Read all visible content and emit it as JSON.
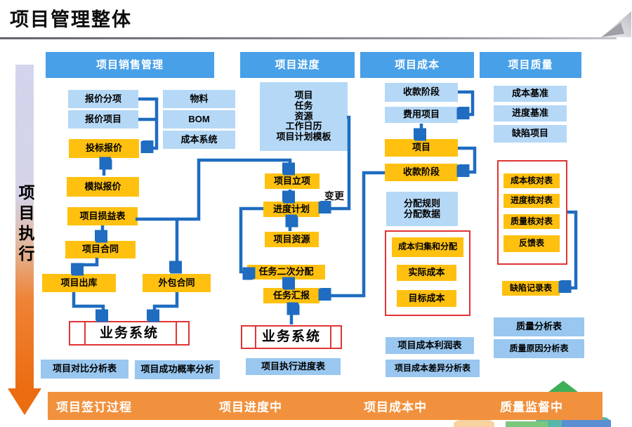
{
  "title": "项目管理整体",
  "execution_arrow_label": "项目执行",
  "headers": {
    "sales": "项目销售管理",
    "schedule": "项目进度",
    "cost": "项目成本",
    "quality": "项目质量"
  },
  "sales": {
    "quote_item": "报价分项",
    "quote_project": "报价项目",
    "material": "物料",
    "bom": "BOM",
    "cost_system": "成本系统",
    "bid_quote": "投标报价",
    "simulated_quote": "模拟报价",
    "profit_loss_table": "项目损益表",
    "contract": "项目合同",
    "outbound": "项目出库",
    "outsourcing_contract": "外包合同",
    "business_system": "业务系统",
    "comparison_table": "项目对比分析表",
    "success_probability": "项目成功概率分析"
  },
  "schedule": {
    "master_data": [
      "项目",
      "任务",
      "资源",
      "工作日历",
      "项目计划模板"
    ],
    "initiation": "项目立项",
    "plan": "进度计划",
    "change_label": "变更",
    "resources": "项目资源",
    "task_reallocation": "任务二次分配",
    "task_report": "任务汇报",
    "business_system": "业务系统",
    "progress_table": "项目执行进度表"
  },
  "cost": {
    "collection_stage_ref": "收款阶段",
    "expense_project": "费用项目",
    "project": "项目",
    "collection_stage": "收款阶段",
    "allocation_rules": "分配规则",
    "allocation_data": "分配数据",
    "collect_and_allocate": "成本归集和分配",
    "actual_cost": "实际成本",
    "target_cost": "目标成本",
    "profit_table": "项目成本利润表",
    "variance_table": "项目成本差异分析表"
  },
  "quality": {
    "cost_baseline": "成本基准",
    "schedule_baseline": "进度基准",
    "defect_project": "缺陷项目",
    "checklist_cost": "成本核对表",
    "checklist_schedule": "进度核对表",
    "checklist_quality": "质量核对表",
    "feedback_table": "反馈表",
    "defect_record": "缺陷记录表",
    "analysis_table": "质量分析表",
    "cause_analysis_table": "质量原因分析表"
  },
  "bottom_bar": {
    "signing": "项目签订过程",
    "in_progress": "项目进度中",
    "in_cost": "项目成本中",
    "quality_supervision": "质量监督中"
  },
  "colors": {
    "header_blue": "#48a0e8",
    "light_blue": "#b5d8f6",
    "table_blue": "#99c7ef",
    "node_yellow": "#ffc010",
    "arrow_blue": "#1f6cc0",
    "red_border": "#e03434",
    "bar_orange": "#f2913d"
  }
}
